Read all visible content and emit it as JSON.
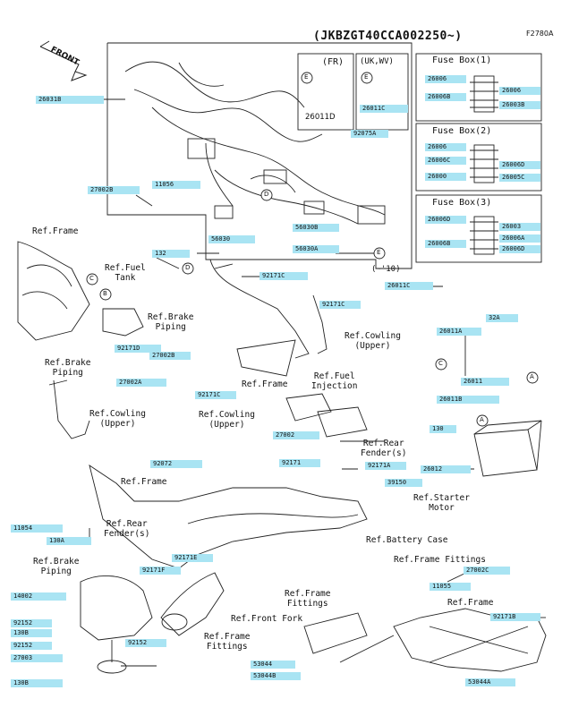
{
  "header": {
    "vin": "(JKBZGT40CCA002250~)",
    "figure_no": "F2780A"
  },
  "front_arrow": "FRONT",
  "regions": {
    "fr": "(FR)",
    "uk_wv": "(UK,WV)",
    "to10": "(~'10)"
  },
  "fuse_boxes": [
    "Fuse Box(1)",
    "Fuse Box(2)",
    "Fuse Box(3)"
  ],
  "markers": [
    "E",
    "E",
    "D",
    "E",
    "D",
    "C",
    "B",
    "C",
    "A",
    "A"
  ],
  "plain_labels": {
    "p26011d": "26011D"
  },
  "parts": [
    "26031B",
    "26006",
    "26006B",
    "26006",
    "26003B",
    "26006",
    "26006C",
    "26006D",
    "26000",
    "26005C",
    "26006D",
    "26003",
    "26006B",
    "26006A",
    "26006D",
    "26011C",
    "92075A",
    "27002B",
    "11056",
    "56030",
    "56030B",
    "56030A",
    "132",
    "92171C",
    "26011C",
    "92171D",
    "92171C",
    "27002B",
    "27002A",
    "92171C",
    "26011A",
    "32A",
    "26011",
    "26011B",
    "130",
    "27002",
    "92072",
    "92171",
    "92171A",
    "26012",
    "39150",
    "11054",
    "130A",
    "92171E",
    "92171F",
    "14002",
    "92152",
    "130B",
    "92152",
    "27003",
    "92152",
    "130B",
    "27002C",
    "11055",
    "92171B",
    "53044",
    "53044B",
    "53044A"
  ],
  "refs": [
    "Ref.Frame",
    "Ref.Fuel\nTank",
    "Ref.Brake\nPiping",
    "Ref.Brake\nPiping",
    "Ref.Frame",
    "Ref.Cowling\n(Upper)",
    "Ref.Fuel\nInjection",
    "Ref.Cowling\n(Upper)",
    "Ref.Cowling\n(Upper)",
    "Ref.Rear\nFender(s)",
    "Ref.Frame",
    "Ref.Starter\nMotor",
    "Ref.Rear\nFender(s)",
    "Ref.Battery Case",
    "Ref.Brake\nPiping",
    "Ref.Frame Fittings",
    "Ref.Frame\nFittings",
    "Ref.Front Fork",
    "Ref.Frame\nFittings",
    "Ref.Frame"
  ]
}
